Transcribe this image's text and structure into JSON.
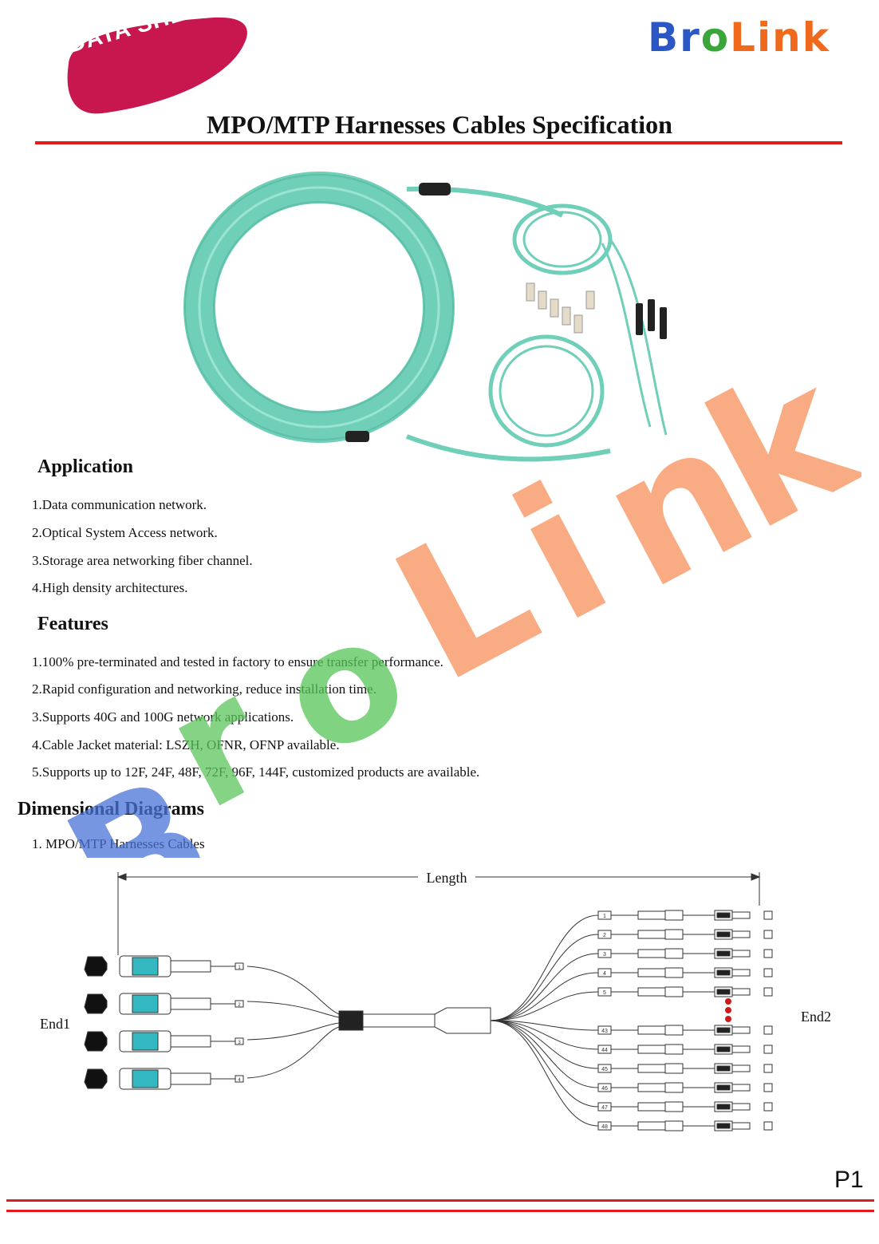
{
  "header": {
    "badge_text": "DATA SHEET",
    "logo_text": "BroLink",
    "title": "MPO/MTP Harnesses Cables Specification"
  },
  "colors": {
    "accent_red": "#e11b1b",
    "badge_fill": "#c8174f",
    "logo_blue": "#2a56c6",
    "logo_green": "#3aa63a",
    "logo_orange": "#f06a1e",
    "cable_aqua": "#76d6c0",
    "connector_cyan": "#33b8c2"
  },
  "application": {
    "heading": "Application",
    "items": [
      "1.Data communication network.",
      "2.Optical System Access network.",
      "3.Storage area networking fiber channel.",
      "4.High density architectures."
    ]
  },
  "features": {
    "heading": "Features",
    "items": [
      "1.100% pre-terminated and tested in factory to ensure transfer performance.",
      "2.Rapid configuration and networking, reduce installation time.",
      "3.Supports 40G and 100G network applications.",
      "4.Cable Jacket material: LSZH, OFNR, OFNP available.",
      "5.Supports up to 12F, 24F, 48F, 72F, 96F, 144F, customized products are available."
    ]
  },
  "dimensional": {
    "heading": "Dimensional Diagrams",
    "subitem": "1. MPO/MTP Harnesses Cables",
    "length_label": "Length",
    "end1_label": "End1",
    "end2_label": "End2",
    "end1_numbers": [
      "1",
      "2",
      "3",
      "4"
    ],
    "end2_numbers_top": [
      "1",
      "2",
      "3",
      "4",
      "5"
    ],
    "end2_numbers_bottom": [
      "43",
      "44",
      "45",
      "46",
      "47",
      "48"
    ]
  },
  "footer": {
    "page_number": "P1"
  },
  "icons": {
    "photo": "fiber-harness-photo",
    "watermark": "brolink-watermark-logo"
  }
}
